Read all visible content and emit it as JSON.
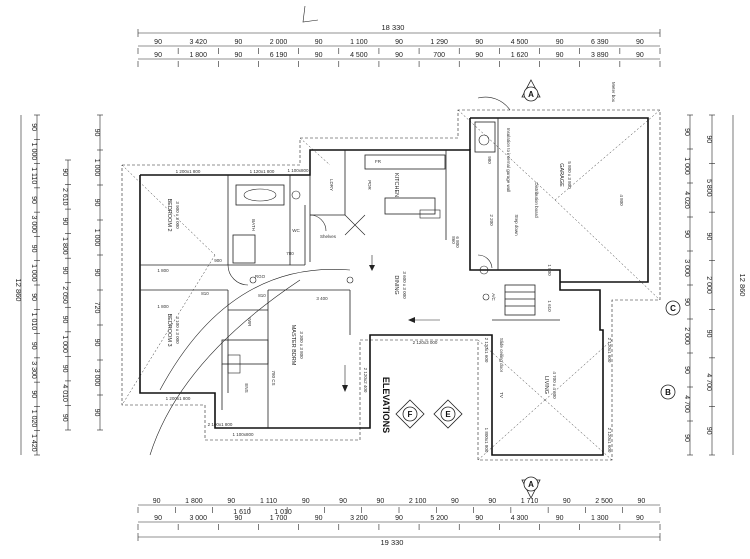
{
  "dimensions": {
    "top_total": "18 330",
    "bottom_total": "19 330",
    "top_row1": [
      "90",
      "3 420",
      "90",
      "2 000",
      "90",
      "1 100",
      "90",
      "1 290",
      "90",
      "4 500",
      "90",
      "6 390",
      "90"
    ],
    "top_row2": [
      "90",
      "1 800",
      "90",
      "6 190",
      "90",
      "4 500",
      "90",
      "700",
      "90",
      "1 620",
      "90",
      "3 890",
      "90"
    ],
    "bottom_row1": [
      "90",
      "1 800",
      "90",
      "1 110",
      "90",
      "90",
      "90",
      "2 100",
      "90",
      "90",
      "1 710",
      "90",
      "2 500",
      "90"
    ],
    "bottom_row2": [
      "1 610",
      "1 010"
    ],
    "bottom_row3": [
      "90",
      "3 000",
      "90",
      "1 700",
      "90",
      "3 200",
      "90",
      "5 200",
      "90",
      "4 300",
      "90",
      "1 300",
      "90"
    ],
    "left_outer_total": "12 860",
    "left_cols": [
      [
        "90",
        "1 000",
        "1 110",
        "90",
        "3 000",
        "90",
        "1 000",
        "90",
        "1 010",
        "90",
        "3 300",
        "90",
        "1 020",
        "1 420"
      ],
      [
        "90",
        "2 610",
        "90",
        "1 800",
        "90",
        "2 050",
        "90",
        "1 000",
        "90",
        "4 010",
        "90"
      ],
      [
        "90",
        "1 000",
        "90",
        "1 000",
        "90",
        "720",
        "90",
        "3 000",
        "90"
      ]
    ],
    "right_total": "12 860",
    "right_cols": [
      [
        "90",
        "1 000",
        "4 020",
        "90",
        "3 000",
        "90",
        "2 000",
        "90",
        "4 700",
        "90"
      ],
      [
        "90",
        "5 800",
        "90",
        "2 000",
        "90",
        "4 700",
        "90"
      ]
    ]
  },
  "rooms": {
    "bedroom2": {
      "name": "BEDROOM 2",
      "size": "3 900 x 3 000"
    },
    "bedroom3": {
      "name": "BEDROOM 3",
      "size": "3 100 x 3 000"
    },
    "master": {
      "name": "MASTER BDRM",
      "size": "3 300 x 3 800"
    },
    "kitchen": {
      "name": "KITCHEN"
    },
    "dining": {
      "name": "DINING",
      "size": "3 600 x 3 000"
    },
    "garage": {
      "name": "GARAGE",
      "size": "5 800 x 3 800"
    },
    "living": {
      "name": "LIVING",
      "size": "4 700 x 4 300"
    },
    "bath": {
      "name": "BATH"
    },
    "ens": {
      "name": "ENS"
    },
    "wc": {
      "name": "WC"
    },
    "ldry": {
      "name": "LDRY"
    },
    "pdr": {
      "name": "PDR"
    },
    "wir": {
      "name": "WIR"
    },
    "fr": {
      "name": "FR"
    },
    "shelves": {
      "name": "Shelves"
    }
  },
  "windows": {
    "w1": "1 200x1 800",
    "w2": "1 120x1 800",
    "w3": "1 200x1 800",
    "w4": "1 100x800",
    "w5": "2 100x1 800",
    "w6": "2 120x3 000",
    "w7": "2 120x1 600",
    "w8": "2 120x1 600",
    "w9": "2 120x1 600",
    "w10": "2 120x2 400",
    "w11": "1 800x1 800",
    "w12": "1 100x800"
  },
  "labels": {
    "elevations": "ELEVATIONS",
    "meter_box": "Meter box",
    "distribution_board": "Distribution board",
    "insulation": "Insulation to internal garage wall",
    "step_down": "Step down",
    "sliding_door": "Slide ceiling door",
    "tv": "TV",
    "ac": "A/C",
    "rgo": "RGO"
  },
  "markers": {
    "a": "A",
    "b": "B",
    "c": "C",
    "e": "E",
    "f": "F"
  },
  "misc_dims": [
    "780",
    "900",
    "810",
    "1 800",
    "1 800",
    "810",
    "3 400",
    "1 610",
    "1 800",
    "2 200",
    "980",
    "780 CS",
    "860",
    "4 800",
    "6 800"
  ]
}
